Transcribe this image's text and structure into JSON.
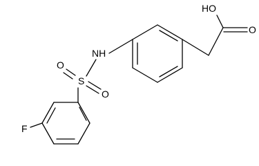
{
  "molecule": {
    "atoms": {
      "hydroxyl": "HO",
      "carbonyl_oxygen": "O",
      "amine": "NH",
      "sulfur": "S",
      "sulfonyl_oxygen_top": "O",
      "sulfonyl_oxygen_right": "O",
      "fluorine": "F"
    }
  }
}
